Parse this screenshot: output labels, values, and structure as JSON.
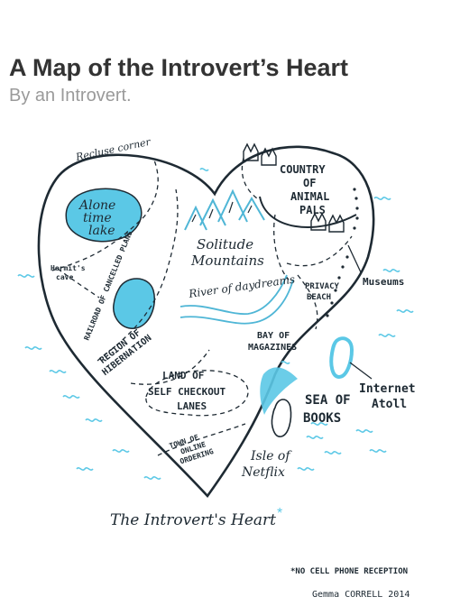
{
  "header": {
    "title": "A Map of the Introvert’s Heart",
    "subtitle": "By an Introvert."
  },
  "map": {
    "regions": {
      "recluse_corner": "Recluse corner",
      "alone_time_lake": [
        "Alone",
        "time",
        "lake"
      ],
      "country_of_animal_pals": [
        "COUNTRY",
        "OF",
        "ANIMAL",
        "PALS"
      ],
      "solitude_mountains": [
        "Solitude",
        "Mountains"
      ],
      "hermits_cave": [
        "Hermit's",
        "cave"
      ],
      "railroad": "RAILROAD OF CANCELLED PLANS",
      "river_of_daydreams": "River of daydreams",
      "privacy_beach": [
        "PRIVACY",
        "BEACH"
      ],
      "museums": "Museums",
      "region_of_hibernation": [
        "REGION OF",
        "HIBERNATION"
      ],
      "bay_of_magazines": [
        "BAY OF",
        "MAGAZINES"
      ],
      "land_of_self_checkout_lanes": [
        "LAND OF",
        "SELF CHECKOUT",
        "LANES"
      ],
      "sea_of_books": [
        "SEA OF",
        "BOOKS"
      ],
      "internet_atoll": [
        "Internet",
        "Atoll"
      ],
      "town_of_online_ordering": [
        "TOWN OF",
        "ONLINE",
        "ORDERING"
      ],
      "isle_of_netflix": [
        "Isle of",
        "Netflix"
      ]
    },
    "caption": "The Introvert's Heart",
    "caption_mark": "*",
    "footnote": "*NO CELL PHONE RECEPTION",
    "signature": "Gemma CORRELL 2014"
  },
  "colors": {
    "water": "#5bc8e6",
    "ink": "#1e2a33",
    "mountain": "#4fb6d6",
    "title": "#333333",
    "subtitle": "#9a9a9a"
  }
}
